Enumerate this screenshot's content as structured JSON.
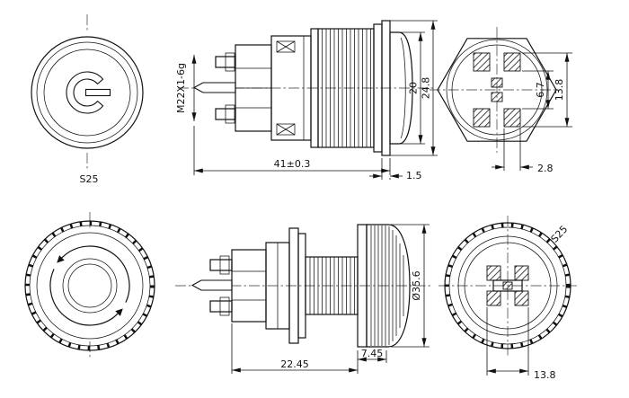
{
  "page": {
    "background": "#ffffff",
    "line_color": "#111111"
  },
  "icons": {
    "power_symbol": "power",
    "rotation_arrows": "counterclockwise-release-arrows"
  },
  "dimensions": {
    "top_front": {
      "wrench_flats": "S25"
    },
    "top_side": {
      "thread_spec": "M22X1-6g",
      "overall_length": "41±0.3",
      "bezel_diameter": "24.8",
      "button_diameter": "20",
      "bezel_lip": "1.5"
    },
    "top_rear": {
      "terminal_span_outer": "13.8",
      "terminal_span_inner": "6.7",
      "terminal_width": "2.8"
    },
    "bottom_side": {
      "body_length": "22.45",
      "head_depth": "7.45",
      "head_diameter": "Ø35.6"
    },
    "bottom_rear": {
      "terminal_span": "13.8",
      "wrench_flats": "S25"
    }
  }
}
